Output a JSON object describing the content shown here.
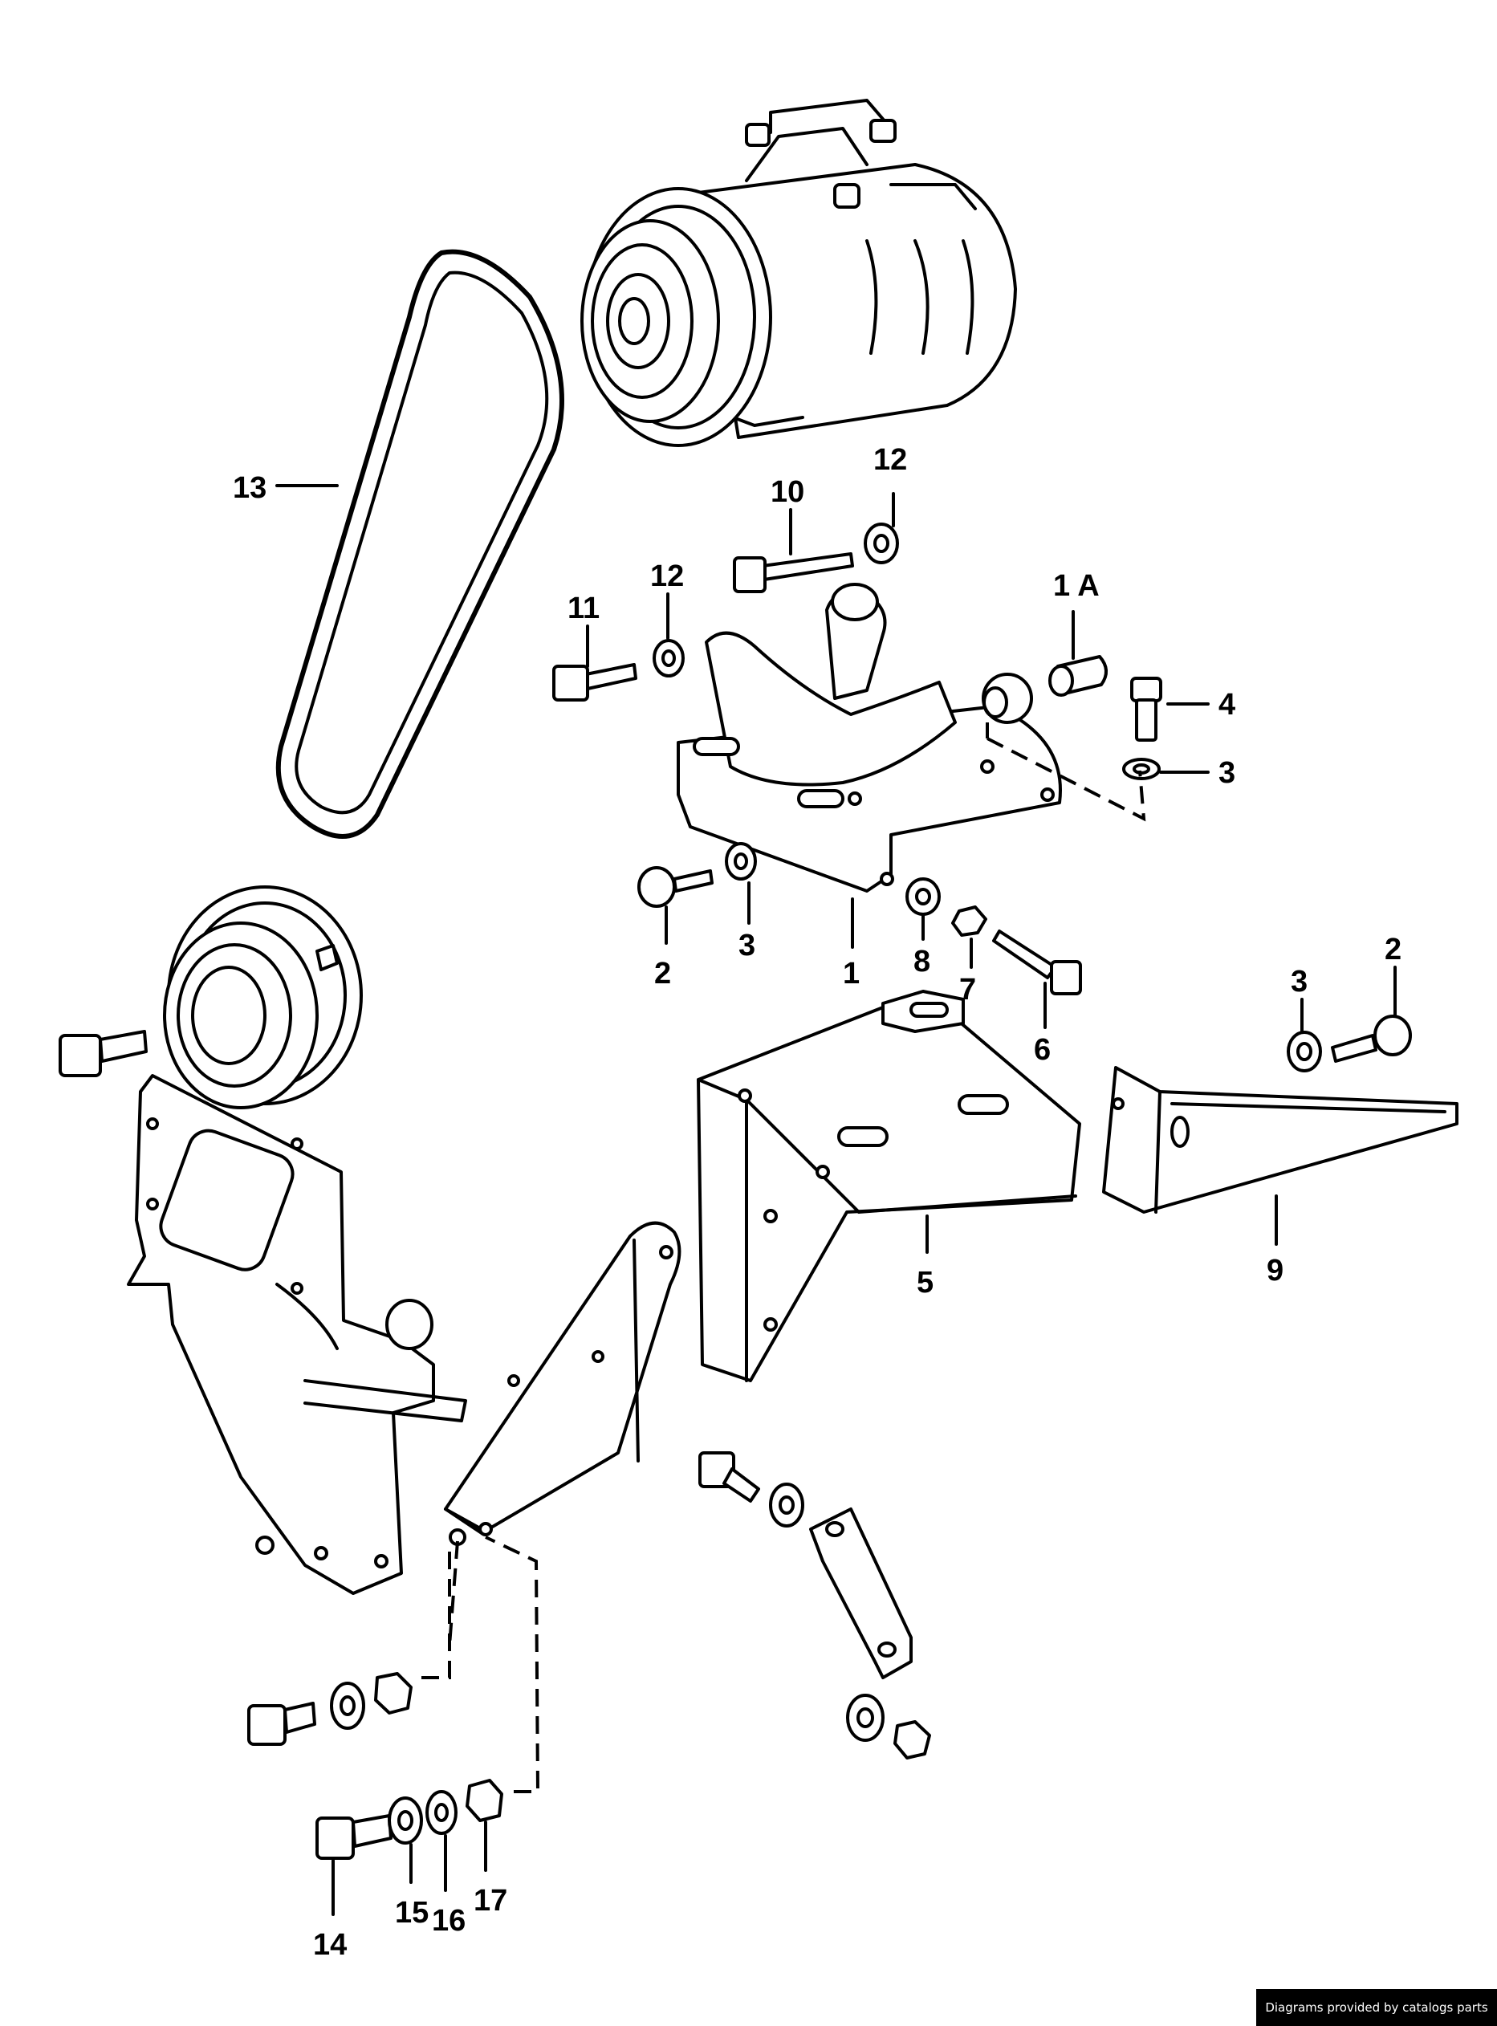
{
  "callouts": {
    "c1": "1",
    "c1a": "1 A",
    "c2a": "2",
    "c2b": "2",
    "c3a": "3",
    "c3b": "3",
    "c3c": "3",
    "c4": "4",
    "c5": "5",
    "c6": "6",
    "c7": "7",
    "c8": "8",
    "c9": "9",
    "c10": "10",
    "c11": "11",
    "c12a": "12",
    "c12b": "12",
    "c13": "13",
    "c14": "14",
    "c15": "15",
    "c16": "16",
    "c17": "17"
  },
  "footer": {
    "credit": "Diagrams provided by catalogs parts"
  }
}
